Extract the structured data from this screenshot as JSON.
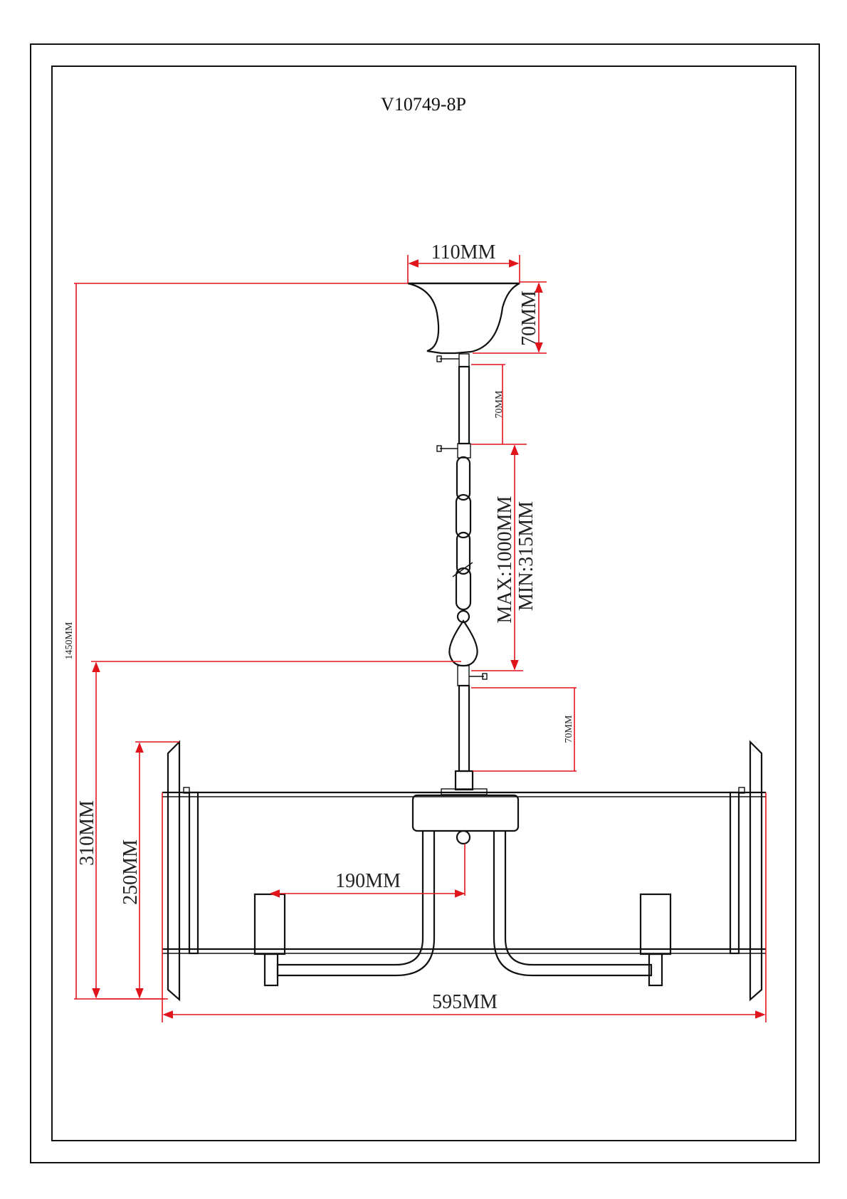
{
  "drawing": {
    "title": "V10749-8P",
    "colors": {
      "dimension": "#e1141c",
      "line": "#111111",
      "background": "#ffffff"
    },
    "dimensions": {
      "canopy_width": "110MM",
      "canopy_height": "70MM",
      "top_rod": "70MM",
      "chain": "MAX:1000MM",
      "chain_min": "MIN:315MM",
      "lower_rod": "70MM",
      "total_height": "1450MM",
      "body_height": "310MM",
      "frame_height": "250MM",
      "arm_reach": "190MM",
      "total_width": "595MM"
    }
  }
}
